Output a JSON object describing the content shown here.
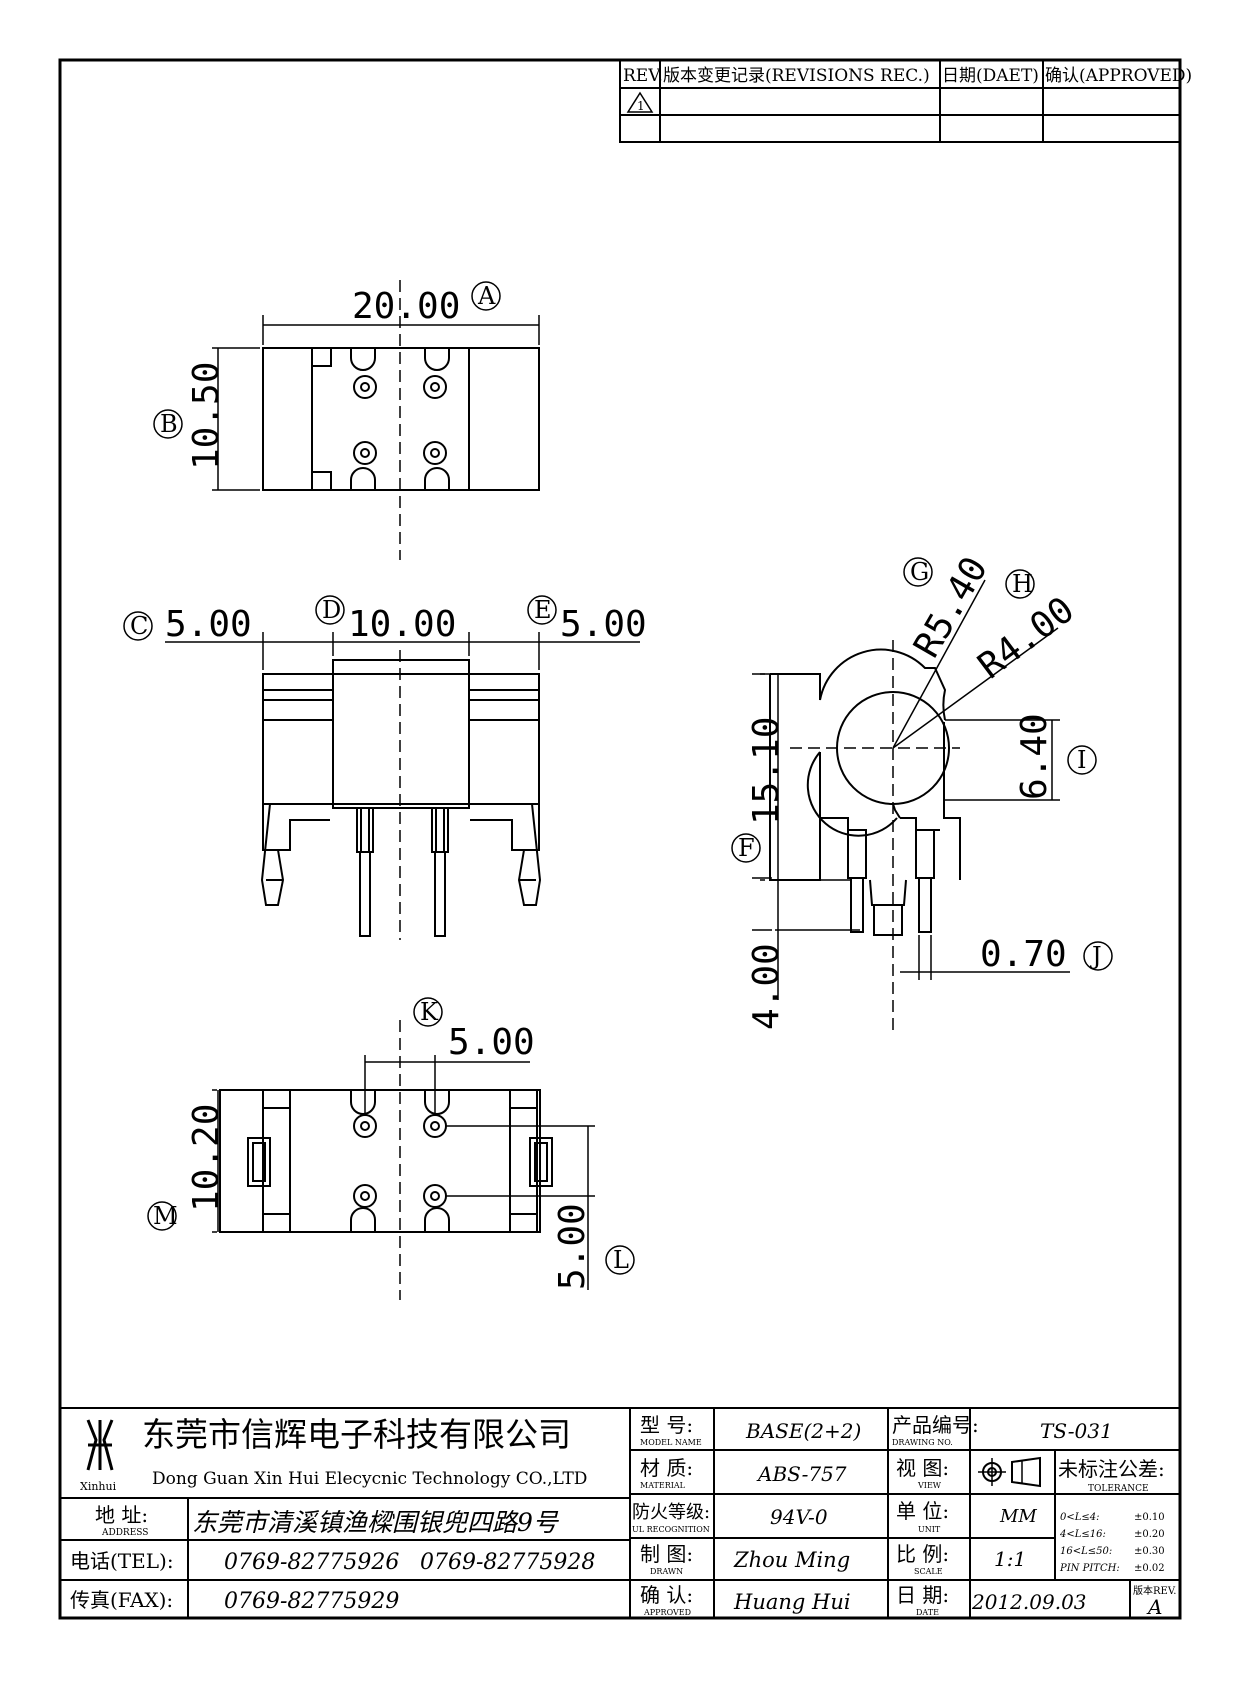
{
  "revisions": {
    "col_rev": "REV.",
    "col_record": "版本变更记录(REVISIONS REC.)",
    "col_date": "日期(DAET)",
    "col_approved": "确认(APPROVED)",
    "row1_mark": "1"
  },
  "dimensions": {
    "a_width": "20.00",
    "b_height": "10.50",
    "c_left": "5.00",
    "d_mid": "10.00",
    "e_right": "5.00",
    "f_height": "15.10",
    "pin_len": "4.00",
    "g_r": "R5.40",
    "h_r": "R4.00",
    "i_h": "6.40",
    "j_pin": "0.70",
    "k_pitch": "5.00",
    "m_h": "10.20",
    "l_pitch": "5.00"
  },
  "callouts": {
    "a": "A",
    "b": "B",
    "c": "C",
    "d": "D",
    "e": "E",
    "f": "F",
    "g": "G",
    "h": "H",
    "i": "I",
    "j": "J",
    "k": "K",
    "l": "L",
    "m": "M"
  },
  "title_block": {
    "company_cn": "东莞市信辉电子科技有限公司",
    "company_en": "Dong Guan Xin Hui Elecycnic Technology CO.,LTD",
    "logo_text": "Xinhui",
    "address_label": "地  址:",
    "address_label_en": "ADDRESS",
    "address": "东莞市清溪镇渔樑围银兜四路9号",
    "tel_label": "电话(TEL):",
    "tel1": "0769-82775926",
    "tel2": "0769-82775928",
    "fax_label": "传真(FAX):",
    "fax": "0769-82775929",
    "model_label": "型  号:",
    "model_label_en": "MODEL NAME",
    "model": "BASE(2+2)",
    "material_label": "材  质:",
    "material_label_en": "MATERIAL",
    "material": "ABS-757",
    "ul_label": "防火等级:",
    "ul_label_en": "UL RECOGNITION",
    "ul": "94V-0",
    "drawn_label": "制  图:",
    "drawn_label_en": "DRAWN",
    "drawn": "Zhou Ming",
    "approved_label": "确  认:",
    "approved_label_en": "APPROVED",
    "approved": "Huang Hui",
    "drawing_no_label": "产品编号:",
    "drawing_no_label_en": "DRAWING NO.",
    "drawing_no": "TS-031",
    "view_label": "视  图:",
    "view_label_en": "VIEW",
    "unit_label": "单  位:",
    "unit_label_en": "UNIT",
    "unit": "MM",
    "scale_label": "比  例:",
    "scale_label_en": "SCALE",
    "scale": "1:1",
    "date_label": "日  期:",
    "date_label_en": "DATE",
    "date": "2012.09.03",
    "tolerance_label": "未标注公差:",
    "tolerance_label_en": "TOLERANCE",
    "tol1_range": "0<L≤4:",
    "tol1_val": "±0.10",
    "tol2_range": "4<L≤16:",
    "tol2_val": "±0.20",
    "tol3_range": "16<L≤50:",
    "tol3_val": "±0.30",
    "tol4_range": "PIN PITCH:",
    "tol4_val": "±0.02",
    "rev_label": "版本REV.",
    "rev": "A"
  }
}
